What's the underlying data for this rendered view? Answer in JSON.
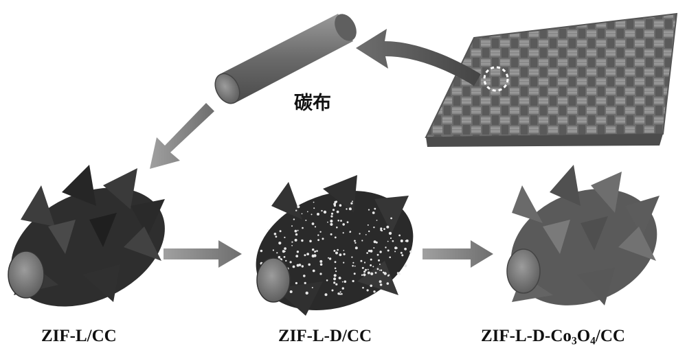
{
  "labels": {
    "carbon_cloth": "碳布",
    "zif_l_cc": "ZIF-L/CC",
    "zif_l_d_cc": "ZIF-L-D/CC",
    "zif_l_d_co3o4_cc": {
      "prefix": "ZIF-L-D-Co",
      "sub1": "3",
      "mid": "O",
      "sub2": "4",
      "suffix": "/CC"
    }
  },
  "colors": {
    "fiber": "#7a7a7a",
    "dark_flakes": "#2e2e2e",
    "arrow": "#8a8a8a"
  }
}
